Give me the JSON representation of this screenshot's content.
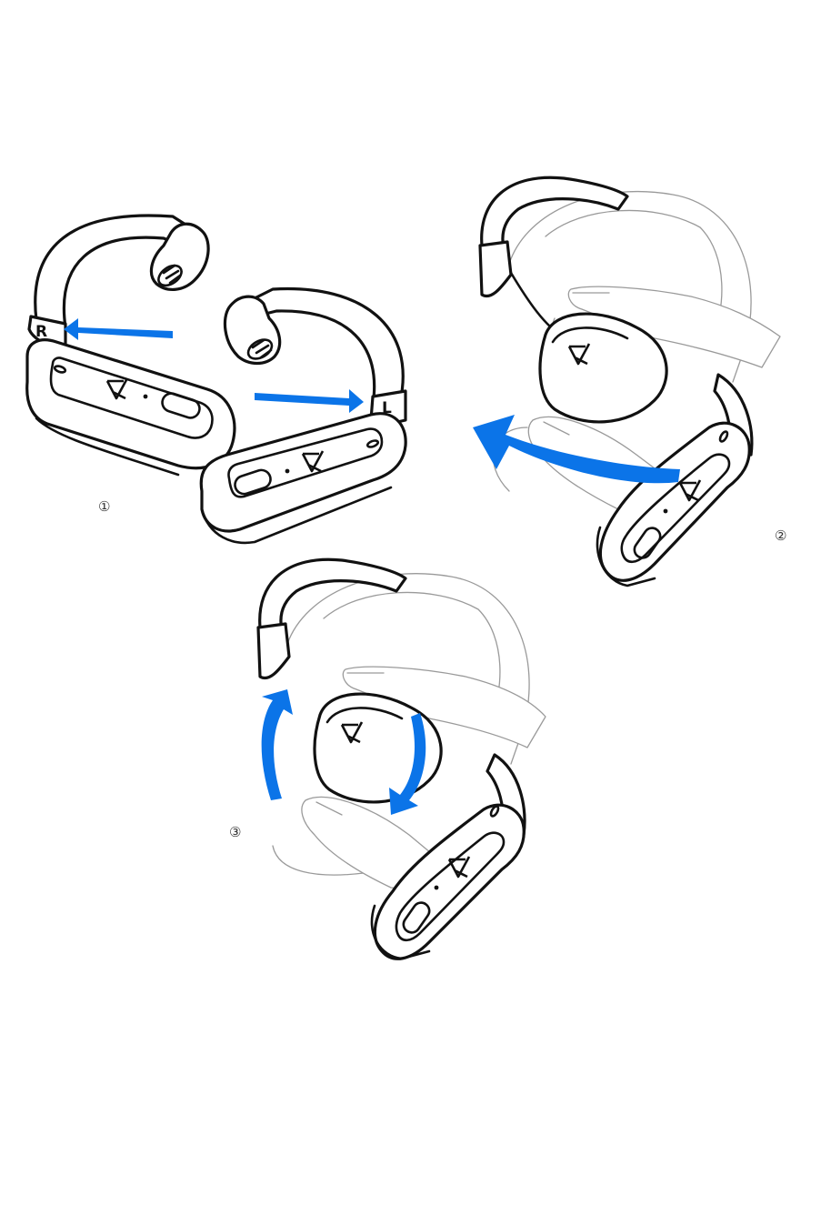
{
  "colors": {
    "arrow": "#0b74e8",
    "line": "#111111",
    "ear": "#9a9a9a"
  },
  "steps": [
    {
      "number": "1",
      "side_left_label": "R",
      "side_right_label": "L"
    },
    {
      "number": "2"
    },
    {
      "number": "3"
    }
  ],
  "icons": [
    "kz-logo-icon",
    "arrow-icon",
    "earhook-icon",
    "ear-icon",
    "finger-icon"
  ]
}
